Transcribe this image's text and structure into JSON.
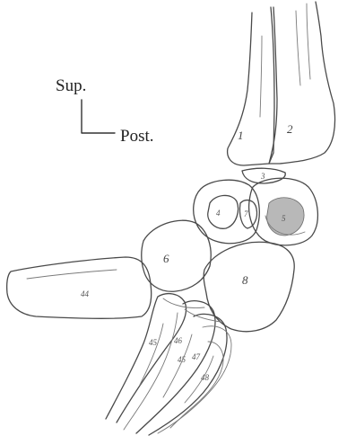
{
  "orientation": {
    "superior_label": "Sup.",
    "posterior_label": "Post."
  },
  "bone_labels": {
    "b1": "1",
    "b2": "2",
    "b3": "3",
    "b4": "4",
    "b5": "5",
    "b6": "6",
    "b7": "7",
    "b8": "8",
    "b44": "44",
    "b45a": "45",
    "b45b": "45",
    "b46": "46",
    "b47": "47",
    "b48": "48"
  },
  "colors": {
    "ink": "#4a4a4a",
    "text": "#222222",
    "background": "#ffffff"
  }
}
